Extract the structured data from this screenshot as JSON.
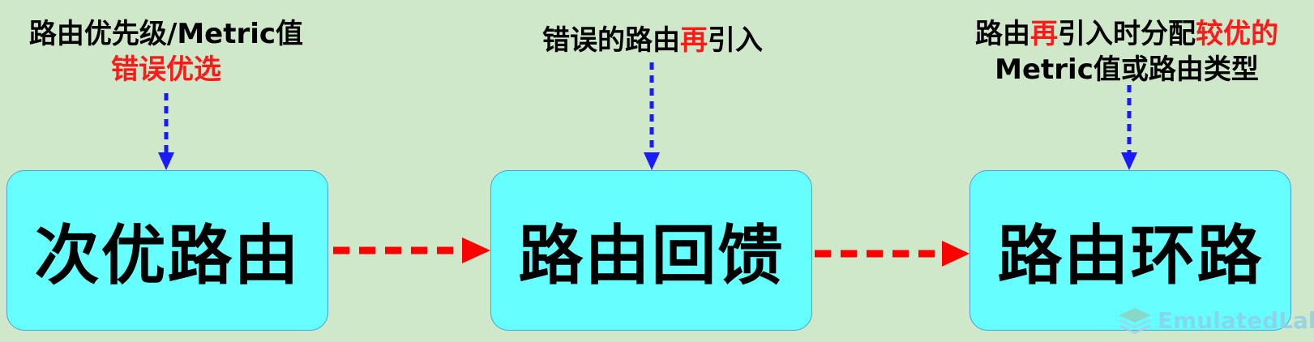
{
  "annotations": [
    {
      "line1": "路由优先级/Metric值",
      "line2": "错误优选"
    },
    {
      "pre": "错误的路由",
      "highlight": "再",
      "post": "引入"
    },
    {
      "l1a": "路由",
      "l1b": "再",
      "l1c": "引入时分配",
      "l1d": "较优的",
      "line2": "Metric值或路由类型"
    }
  ],
  "boxes": [
    {
      "label": "次优路由"
    },
    {
      "label": "路由回馈"
    },
    {
      "label": "路由环路"
    }
  ],
  "watermark": "EmulatedLab",
  "colors": {
    "background": "#cfe8c9",
    "box_fill": "#66ffff",
    "box_border": "#4aa0d8",
    "highlight_text": "#ff1a1a",
    "blue_arrow": "#1a1aff",
    "red_arrow": "#ff0000"
  }
}
